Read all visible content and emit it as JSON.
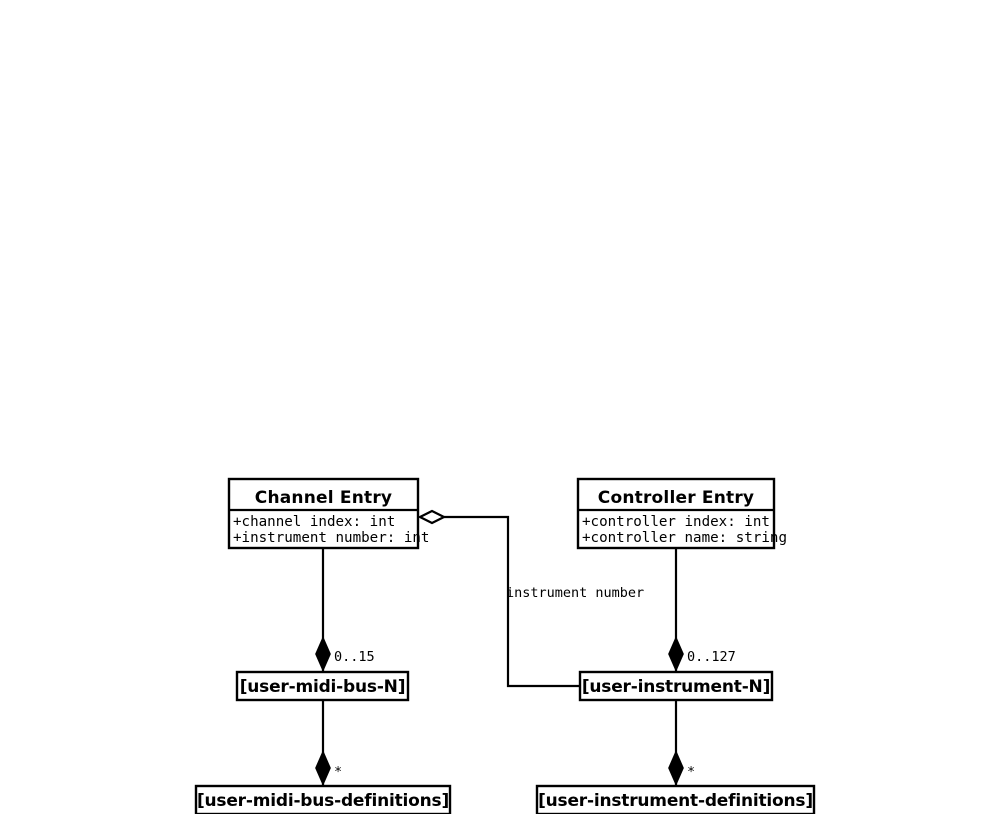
{
  "diagram": {
    "type": "uml-class-diagram",
    "background_color": "#ffffff",
    "line_color": "#000000",
    "classes": [
      {
        "id": "channel-entry",
        "title": "Channel Entry",
        "attributes": [
          "+channel index: int",
          "+instrument number: int"
        ]
      },
      {
        "id": "controller-entry",
        "title": "Controller Entry",
        "attributes": [
          "+controller index: int",
          "+controller name: string"
        ]
      }
    ],
    "nodes": [
      {
        "id": "user-midi-bus-n",
        "label": "[user-midi-bus-N]"
      },
      {
        "id": "user-instrument-n",
        "label": "[user-instrument-N]"
      },
      {
        "id": "user-midi-bus-definitions",
        "label": "[user-midi-bus-definitions]"
      },
      {
        "id": "user-instrument-definitions",
        "label": "[user-instrument-definitions]"
      }
    ],
    "edges": [
      {
        "id": "edge-channel-to-midi-bus",
        "from": "user-midi-bus-n",
        "to": "channel-entry",
        "kind": "composition",
        "multiplicity": "0..15",
        "label": ""
      },
      {
        "id": "edge-controller-to-instrument",
        "from": "user-instrument-n",
        "to": "controller-entry",
        "kind": "composition",
        "multiplicity": "0..127",
        "label": ""
      },
      {
        "id": "edge-midi-bus-to-definitions",
        "from": "user-midi-bus-definitions",
        "to": "user-midi-bus-n",
        "kind": "composition",
        "multiplicity": "*",
        "label": ""
      },
      {
        "id": "edge-instrument-to-definitions",
        "from": "user-instrument-definitions",
        "to": "user-instrument-n",
        "kind": "composition",
        "multiplicity": "*",
        "label": ""
      },
      {
        "id": "edge-channel-aggregates-instrument",
        "from": "channel-entry",
        "to": "user-instrument-n",
        "kind": "aggregation",
        "multiplicity": "",
        "label": "instrument number"
      }
    ]
  }
}
